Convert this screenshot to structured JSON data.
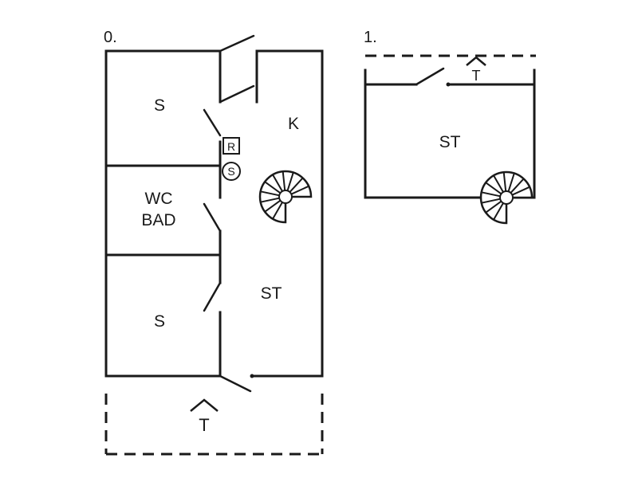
{
  "floors": [
    {
      "label": "0.",
      "rooms": {
        "s_top": "S",
        "kitchen": "K",
        "wc": "WC",
        "bad": "BAD",
        "st": "ST",
        "s_bottom": "S"
      },
      "fixtures": {
        "r": "R",
        "s": "S"
      },
      "entrance": "T"
    },
    {
      "label": "1.",
      "rooms": {
        "st": "ST"
      },
      "entrance": "T"
    }
  ]
}
